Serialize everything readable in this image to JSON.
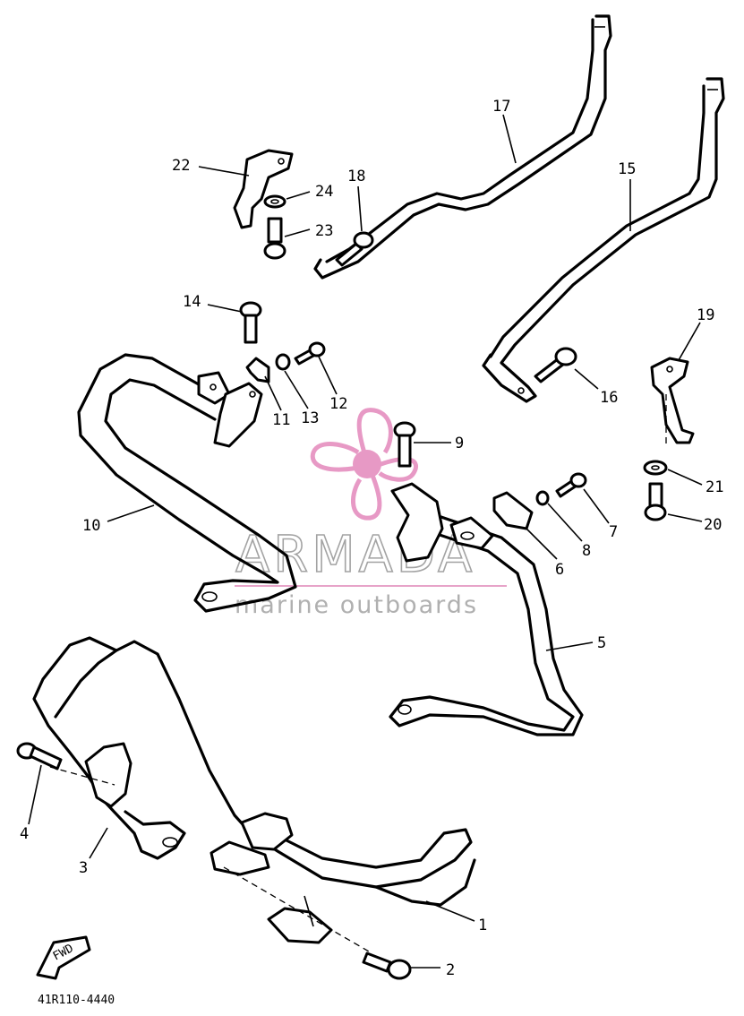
{
  "diagram": {
    "catalog_code": "41R110-4440",
    "direction_badge": "FWD",
    "callouts": [
      "1",
      "2",
      "3",
      "4",
      "5",
      "6",
      "7",
      "8",
      "9",
      "10",
      "11",
      "12",
      "13",
      "14",
      "15",
      "16",
      "17",
      "18",
      "19",
      "20",
      "21",
      "22",
      "23",
      "24"
    ]
  },
  "watermark": {
    "brand": "ARMADA",
    "tagline": "marine outboards",
    "color": "#e58fbf"
  }
}
